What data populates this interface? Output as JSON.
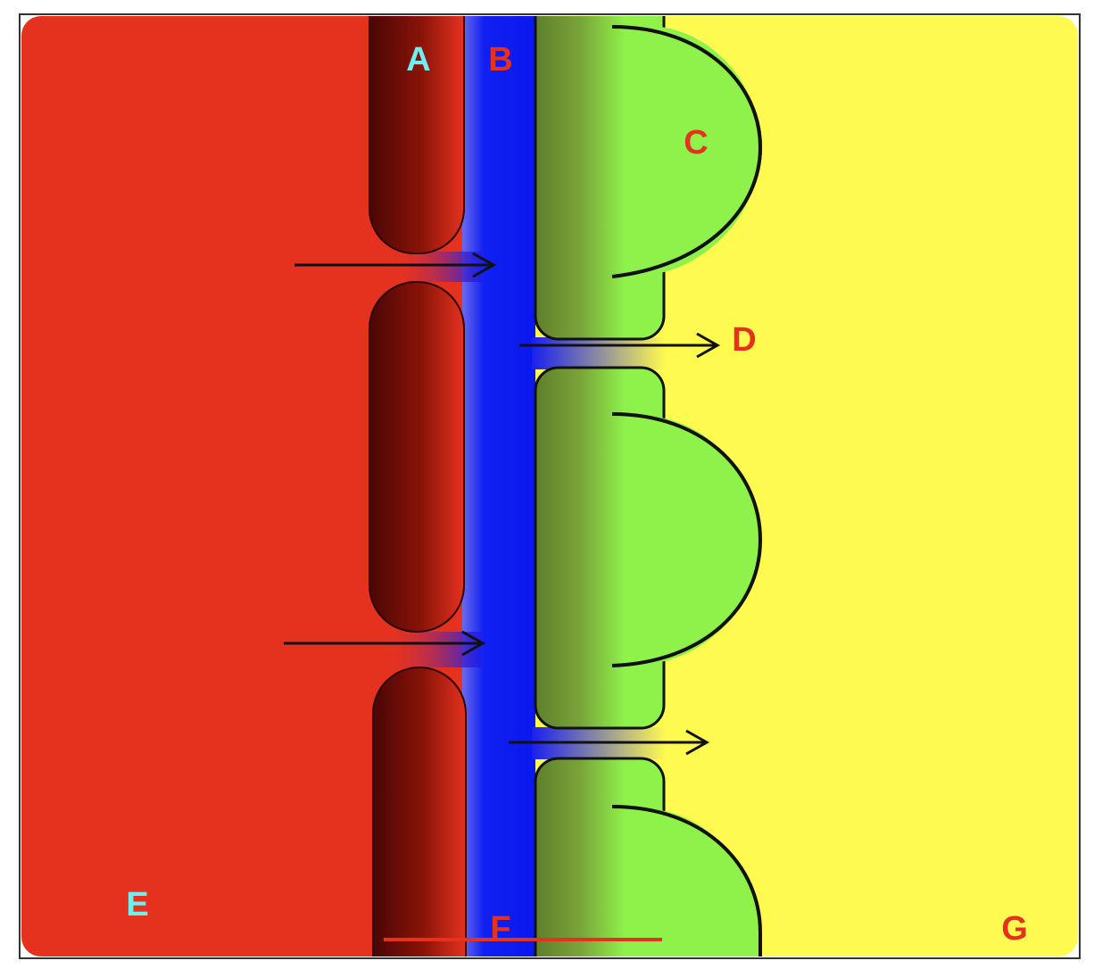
{
  "labels": {
    "a": "A",
    "b": "B",
    "c": "C",
    "d": "D",
    "e": "E",
    "f": "F",
    "g": "G"
  },
  "colors": {
    "red_region": "#e5321f",
    "blue_channel": "#0f1ff0",
    "green_cell": "#8ef24a",
    "yellow_region": "#fffa50",
    "dark_red": "#5a0a06",
    "label_red": "#e5321f",
    "label_cyan": "#6ff0f0",
    "outline": "#1a1a1a"
  }
}
